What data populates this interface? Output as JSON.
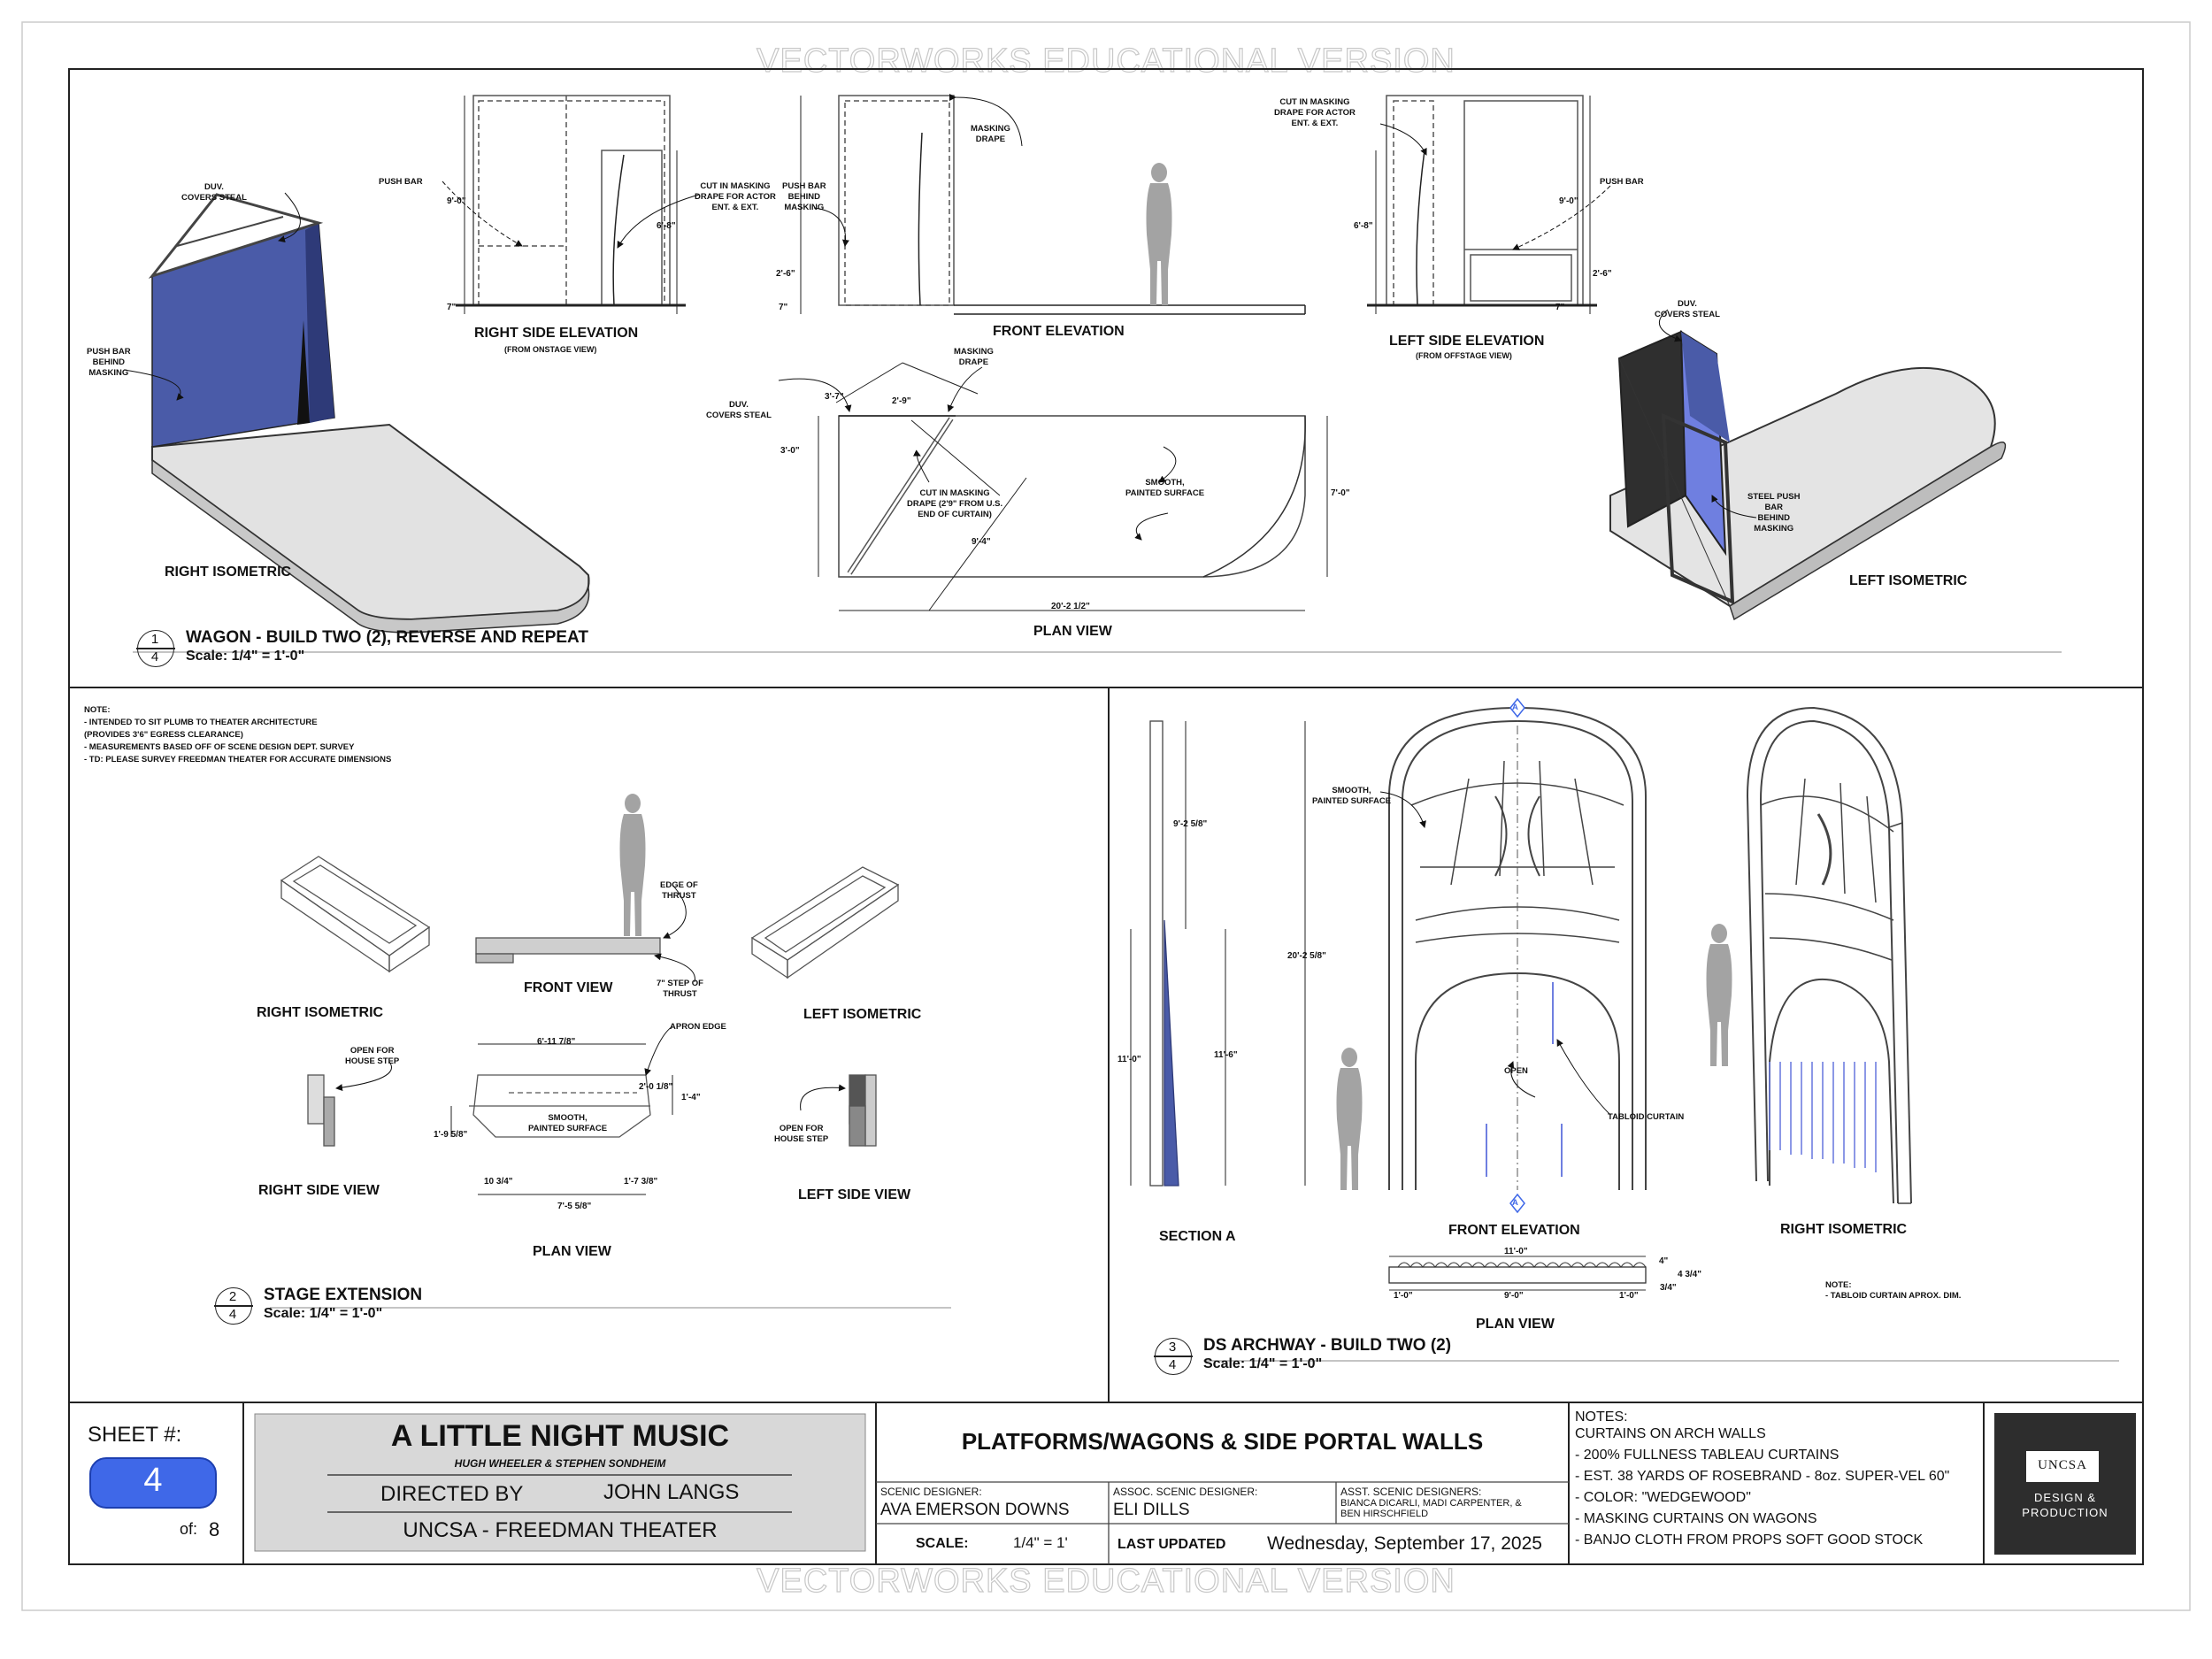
{
  "watermark": "VECTORWORKS EDUCATIONAL VERSION",
  "colors": {
    "masking_blue": "#4a5ba8",
    "curtain_blue": "#6f7fe0",
    "sheet_badge": "#3f68e8",
    "figure_gray": "#a3a3a3"
  },
  "drawing1": {
    "number": "1",
    "sheet": "4",
    "title": "WAGON - BUILD TWO (2), REVERSE AND REPEAT",
    "scale": "Scale: 1/4\" = 1'-0\"",
    "views": {
      "right_iso": "RIGHT ISOMETRIC",
      "right_side": "RIGHT SIDE ELEVATION",
      "right_side_sub": "(FROM ONSTAGE VIEW)",
      "front": "FRONT ELEVATION",
      "left_side": "LEFT SIDE ELEVATION",
      "left_side_sub": "(FROM OFFSTAGE VIEW)",
      "plan": "PLAN VIEW",
      "left_iso": "LEFT ISOMETRIC"
    },
    "annotations": {
      "duv_covers_steal": "DUV.\nCOVERS STEAL",
      "push_bar_behind": "PUSH BAR\nBEHIND\nMASKING",
      "push_bar": "PUSH BAR",
      "cut_in_masking": "CUT IN MASKING\nDRAPE FOR ACTOR\nENT. & EXT.",
      "masking_drape": "MASKING\nDRAPE",
      "cut_in_masking_plan": "CUT IN MASKING\nDRAPE (2'9\" FROM U.S.\nEND OF CURTAIN)",
      "smooth_painted": "SMOOTH,\nPAINTED SURFACE",
      "steel_push_bar": "STEEL PUSH\nBAR\nBEHIND\nMASKING"
    },
    "dims": {
      "d9_0": "9'-0\"",
      "d6_8": "6'-8\"",
      "d7": "7\"",
      "d2_6": "2'-6\"",
      "d3_7": "3'-7\"",
      "d2_9": "2'-9\"",
      "d3_0": "3'-0\"",
      "d9_4": "9'-4\"",
      "d7_0": "7'-0\"",
      "d20_2": "20'-2 1/2\""
    }
  },
  "drawing2": {
    "number": "2",
    "sheet": "4",
    "title": "STAGE EXTENSION",
    "scale": "Scale: 1/4\" = 1'-0\"",
    "note_title": "NOTE:",
    "notes": [
      "- INTENDED TO SIT PLUMB TO THEATER ARCHITECTURE",
      "(PROVIDES 3'6\" EGRESS CLEARANCE)",
      "- MEASUREMENTS BASED OFF OF SCENE DESIGN DEPT. SURVEY",
      "- TD: PLEASE SURVEY FREEDMAN THEATER FOR ACCURATE DIMENSIONS"
    ],
    "views": {
      "right_iso": "RIGHT ISOMETRIC",
      "front": "FRONT VIEW",
      "left_iso": "LEFT ISOMETRIC",
      "right_side": "RIGHT SIDE VIEW",
      "plan": "PLAN VIEW",
      "left_side": "LEFT SIDE VIEW"
    },
    "annotations": {
      "edge_of_thrust": "EDGE OF\nTHRUST",
      "step_of_thrust": "7\" STEP OF\nTHRUST",
      "open_house_step": "OPEN FOR\nHOUSE STEP",
      "apron_edge": "APRON EDGE",
      "smooth_painted": "SMOOTH,\nPAINTED SURFACE"
    },
    "dims": {
      "d6_11": "6'-11 7/8\"",
      "d2_0": "2'-0 1/8\"",
      "d1_4": "1'-4\"",
      "d1_9": "1'-9 5/8\"",
      "d10_3": "10 3/4\"",
      "d1_7": "1'-7 3/8\"",
      "d7_5": "7'-5 5/8\""
    }
  },
  "drawing3": {
    "number": "3",
    "sheet": "4",
    "title": "DS ARCHWAY - BUILD TWO (2)",
    "scale": "Scale: 1/4\" = 1'-0\"",
    "views": {
      "section": "SECTION A",
      "front": "FRONT ELEVATION",
      "plan": "PLAN VIEW",
      "right_iso": "RIGHT ISOMETRIC"
    },
    "annotations": {
      "smooth_painted": "SMOOTH,\nPAINTED SURFACE",
      "open": "OPEN",
      "tabloid_curtain": "TABLOID CURTAIN",
      "note": "NOTE:\n- TABLOID CURTAIN APROX. DIM.",
      "section_mark": "A"
    },
    "dims": {
      "d9_2": "9'-2 5/8\"",
      "d20_2": "20'-2 5/8\"",
      "d11_0v": "11'-0\"",
      "d11_6": "11'-6\"",
      "d11_0": "11'-0\"",
      "d1_0a": "1'-0\"",
      "d9_0": "9'-0\"",
      "d1_0b": "1'-0\"",
      "d4": "4\"",
      "d4_3": "4 3/4\"",
      "d3_4": "3/4\""
    }
  },
  "title_block": {
    "sheet_label": "SHEET #:",
    "sheet_num": "4",
    "of_label": "of:",
    "of_num": "8",
    "show": "A LITTLE NIGHT MUSIC",
    "authors": "HUGH WHEELER & STEPHEN SONDHEIM",
    "directed_by": "DIRECTED BY",
    "director": "JOHN LANGS",
    "venue": "UNCSA - FREEDMAN THEATER",
    "drawing_title": "PLATFORMS/WAGONS & SIDE PORTAL WALLS",
    "scenic_designer_label": "SCENIC DESIGNER:",
    "scenic_designer": "AVA EMERSON DOWNS",
    "assoc_label": "ASSOC. SCENIC DESIGNER:",
    "assoc": "ELI DILLS",
    "asst_label": "ASST. SCENIC DESIGNERS:",
    "asst": "BIANCA DICARLI, MADI CARPENTER, &\nBEN HIRSCHFIELD",
    "scale_label": "SCALE:",
    "scale_value": "1/4\" = 1'",
    "updated_label": "LAST UPDATED",
    "updated_value": "Wednesday, September 17, 2025",
    "notes_title": "NOTES:",
    "notes": [
      "CURTAINS ON ARCH WALLS",
      "- 200% FULLNESS TABLEAU CURTAINS",
      "- EST. 38 YARDS OF ROSEBRAND - 8oz. SUPER-VEL 60\"",
      "- COLOR: \"WEDGEWOOD\"",
      "- MASKING CURTAINS ON WAGONS",
      "- BANJO CLOTH FROM PROPS SOFT GOOD STOCK"
    ],
    "logo_text": "UNCSA",
    "logo_sub": "DESIGN &\nPRODUCTION"
  }
}
